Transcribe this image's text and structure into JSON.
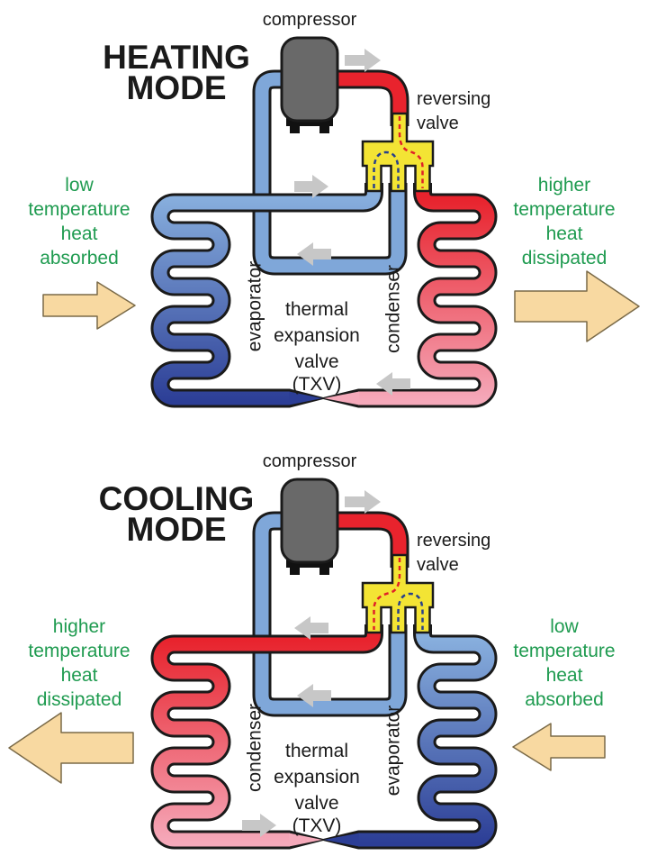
{
  "colors": {
    "pipe_blue_light": "#7fa7d9",
    "pipe_blue_dark": "#2c3e96",
    "pipe_red": "#e8232d",
    "pipe_pink": "#f5a9ba",
    "valve_yellow": "#f3e434",
    "compressor_gray": "#696969",
    "flow_arrow_gray": "#c7c7c7",
    "heat_arrow_tan": "#f8d9a1",
    "green_text": "#1f9b50",
    "heating_title_red": "#d7282f",
    "cooling_title_blue": "#27348b",
    "outline_black": "#1a1a1a"
  },
  "heating": {
    "title": [
      "HEATING",
      "MODE"
    ],
    "compressor_label": "compressor",
    "reversing_valve_label": [
      "reversing",
      "valve"
    ],
    "left_side_text": [
      "low",
      "temperature",
      "heat",
      "absorbed"
    ],
    "right_side_text": [
      "higher",
      "temperature",
      "heat",
      "dissipated"
    ],
    "left_coil_label": "evaporator",
    "right_coil_label": "condenser",
    "txv_label": [
      "thermal",
      "expansion",
      "valve",
      "(TXV)"
    ]
  },
  "cooling": {
    "title": [
      "COOLING",
      "MODE"
    ],
    "compressor_label": "compressor",
    "reversing_valve_label": [
      "reversing",
      "valve"
    ],
    "left_side_text": [
      "higher",
      "temperature",
      "heat",
      "dissipated"
    ],
    "right_side_text": [
      "low",
      "temperature",
      "heat",
      "absorbed"
    ],
    "left_coil_label": "condenser",
    "right_coil_label": "evaporator",
    "txv_label": [
      "thermal",
      "expansion",
      "valve",
      "(TXV)"
    ]
  }
}
